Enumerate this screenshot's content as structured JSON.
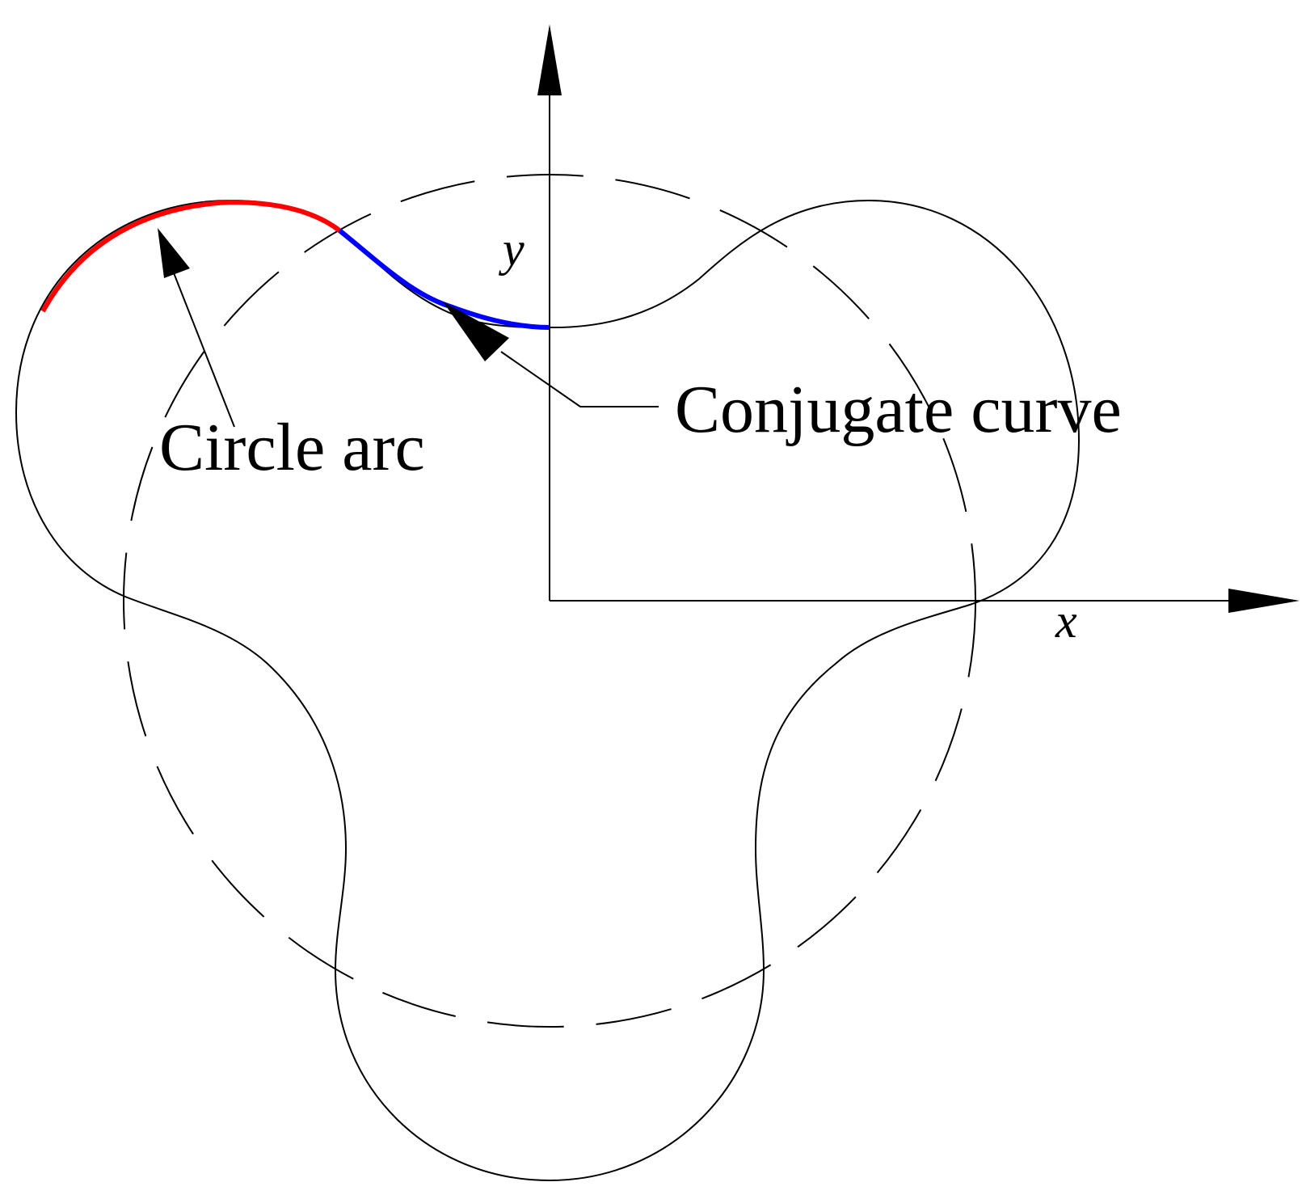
{
  "labels": {
    "circle_arc": "Circle arc",
    "conjugate_curve": "Conjugate curve",
    "x_axis": "x",
    "y_axis": "y"
  },
  "colors": {
    "outline": "#000000",
    "circle_arc_highlight": "#ff0000",
    "conjugate_curve_highlight": "#0000ff",
    "background": "#ffffff"
  },
  "elements": {
    "axes": "x and y axes with arrowheads",
    "pitch_circle": "dashed circle",
    "rotor_profile": "three-lobed solid outline",
    "callout_arrows": [
      "circle arc pointer",
      "conjugate curve pointer"
    ]
  }
}
